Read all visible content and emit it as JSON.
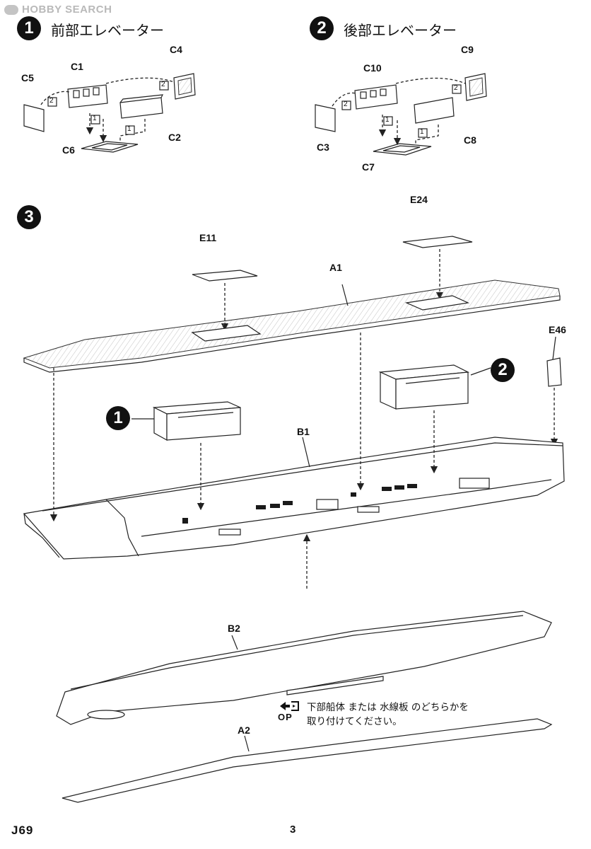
{
  "watermark": "HOBBY SEARCH",
  "steps": [
    {
      "number": "1",
      "title": "前部エレベーター"
    },
    {
      "number": "2",
      "title": "後部エレベーター"
    },
    {
      "number": "3"
    }
  ],
  "parts": {
    "c1": "C1",
    "c2": "C2",
    "c3": "C3",
    "c4": "C4",
    "c5": "C5",
    "c6": "C6",
    "c7": "C7",
    "c8": "C8",
    "c9": "C9",
    "c10": "C10",
    "a1": "A1",
    "a2": "A2",
    "b1": "B1",
    "b2": "B2",
    "e11": "E11",
    "e24": "E24",
    "e46": "E46"
  },
  "order_marks": {
    "first": "1",
    "second": "2"
  },
  "callouts": {
    "front_elevator": "1",
    "rear_elevator": "2"
  },
  "option": {
    "badge": "OP",
    "line1": "下部船体 または 水線板 のどちらかを",
    "line2": "取り付けてください。"
  },
  "footer": {
    "code": "J69",
    "page": "3"
  },
  "icons": [
    "hobby-search-logo-icon",
    "option-arrows-icon"
  ]
}
